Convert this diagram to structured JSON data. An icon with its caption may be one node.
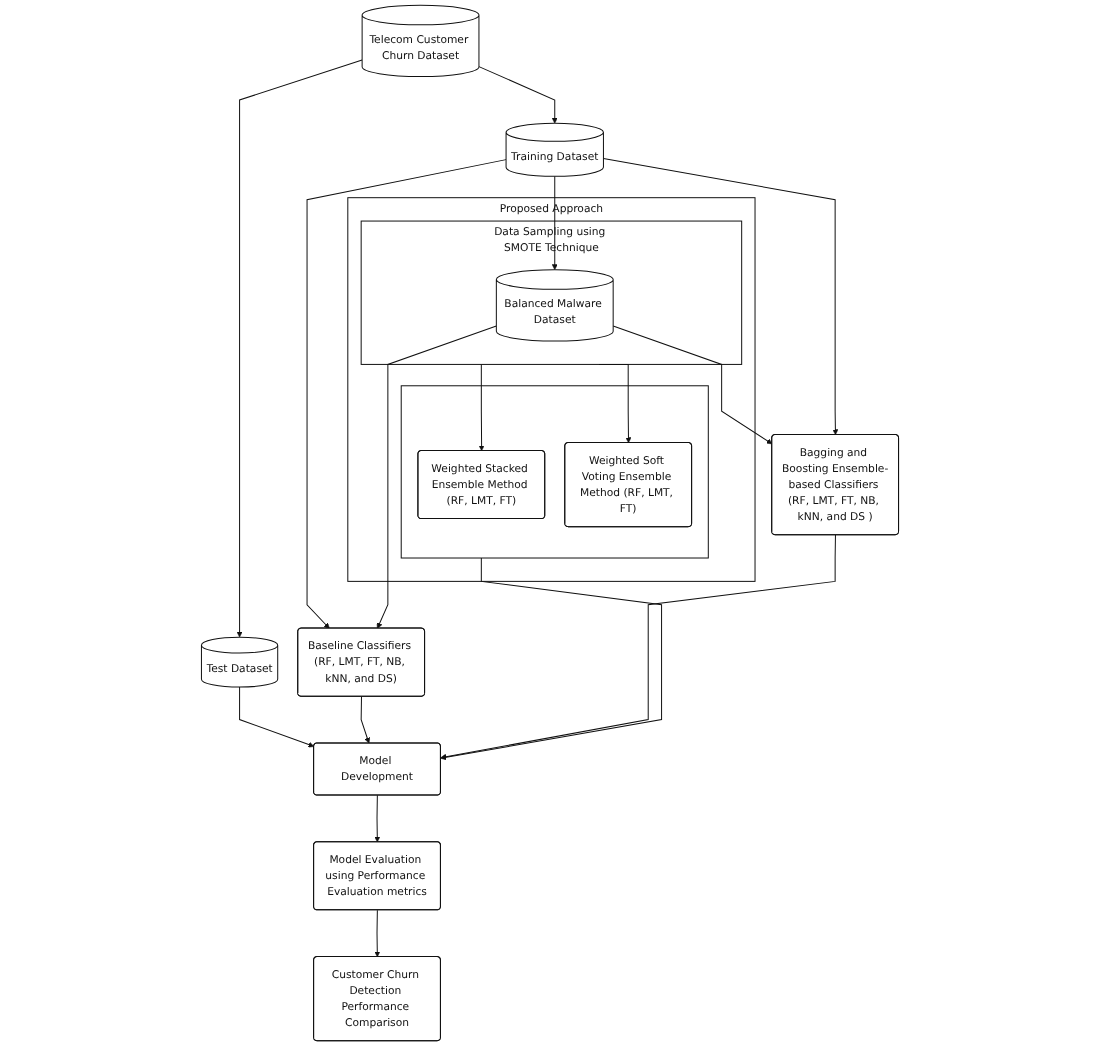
{
  "diagram": {
    "nodes": [
      {
        "text": [
          "Telecom Customer Churn Dataset"
        ]
      },
      {
        "text": [
          "Test Dataset"
        ]
      },
      {
        "text": [
          "Training Dataset"
        ]
      },
      {
        "text": [
          "Proposed Approach"
        ]
      },
      {
        "text": [
          "Data Sampling using SMOTE Technique"
        ],
        "in": 3
      },
      {
        "text": [
          "Balanced Malware Dataset"
        ],
        "in": 4
      },
      {
        "text": [],
        "shape": "box",
        "in": 3
      },
      {
        "text": [
          "Weighted Stacked Ensemble Method (RF, LMT, FT)"
        ],
        "in": 6
      },
      {
        "text": [
          "Weighted Soft Voting Ensemble Method (RF, LMT, FT)"
        ],
        "in": 6
      },
      {
        "text": [
          "Baseline Classifiers (RF, LMT, FT, NB, kNN, and DS)"
        ]
      },
      {
        "text": [
          "Bagging and Boosting Ensemble-based Classifiers (RF, LMT, FT, NB, kNN, and DS )"
        ]
      },
      {
        "text": [
          "Model Development"
        ]
      },
      {
        "text": [
          "Model Evaluation using Performance Evaluation metrics"
        ]
      },
      {
        "text": [
          "Customer Churn Detection Performance Comparison"
        ]
      }
    ],
    "edges": [
      {
        "from": 0,
        "to": 1,
        "arrow": "to"
      },
      {
        "from": 0,
        "to": 2,
        "arrow": "to"
      },
      {
        "from": 2,
        "to": 9,
        "arrow": "to"
      },
      {
        "from": 2,
        "to": 10,
        "arrow": "to"
      },
      {
        "from": 2,
        "to": 5,
        "arrow": "to"
      },
      {
        "from": 5,
        "to": 9,
        "arrow": "to"
      },
      {
        "from": 5,
        "to": 10,
        "arrow": "to"
      },
      {
        "from": 4,
        "to": 7,
        "arrow": "to"
      },
      {
        "from": 4,
        "to": 8,
        "arrow": "to"
      },
      {
        "from": 1,
        "to": 11,
        "arrow": "to"
      },
      {
        "from": 9,
        "to": 11,
        "arrow": "to"
      },
      {
        "from": 10,
        "to": 11,
        "arrow": "to"
      },
      {
        "from": 6,
        "to": 11,
        "arrow": "to"
      },
      {
        "from": 11,
        "to": 12,
        "arrow": "to"
      },
      {
        "from": 12,
        "to": 13,
        "arrow": "to"
      }
    ]
  }
}
